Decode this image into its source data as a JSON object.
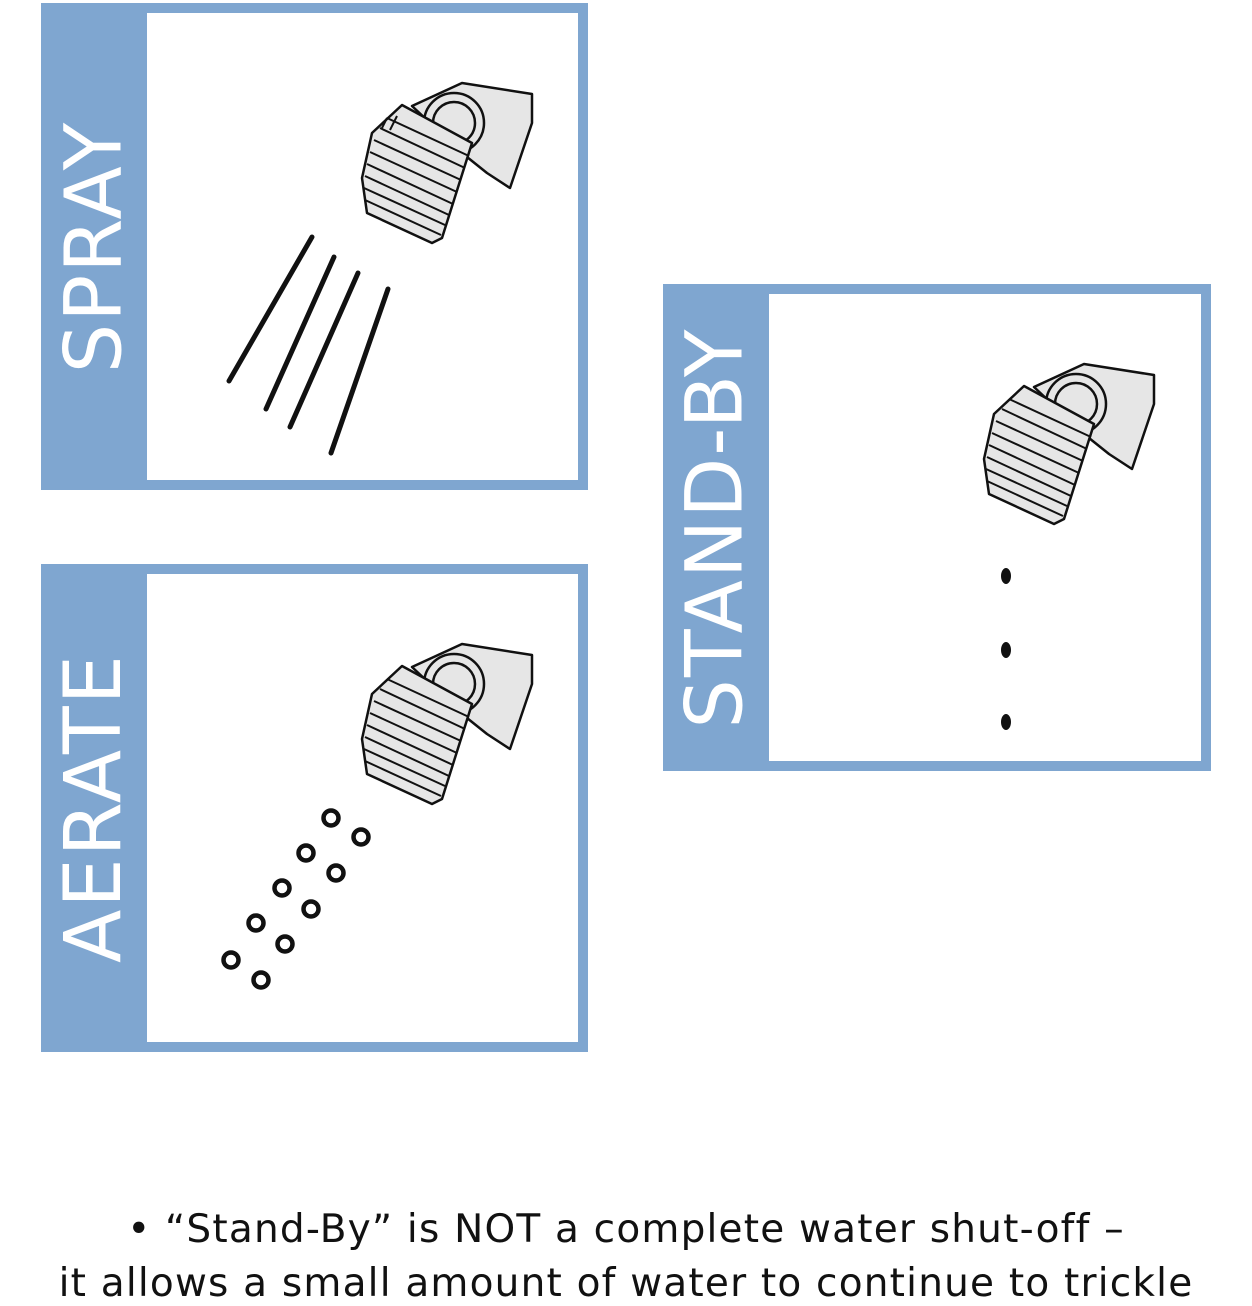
{
  "panels": {
    "spray": {
      "label": "SPRAY"
    },
    "aerate": {
      "label": "AERATE"
    },
    "standby": {
      "label": "STAND-BY"
    }
  },
  "note": {
    "line1": "• “Stand-By” is NOT a complete water shut-off –",
    "line2": "it allows a small amount of water to continue to trickle"
  },
  "colors": {
    "frame": "#7fa6d0",
    "ink": "#111111",
    "nozzle_fill": "#e6e6e6"
  },
  "icons": [
    "shower-head-icon",
    "spray-stream-icon",
    "aerate-bubbles-icon",
    "trickle-dots-icon"
  ]
}
